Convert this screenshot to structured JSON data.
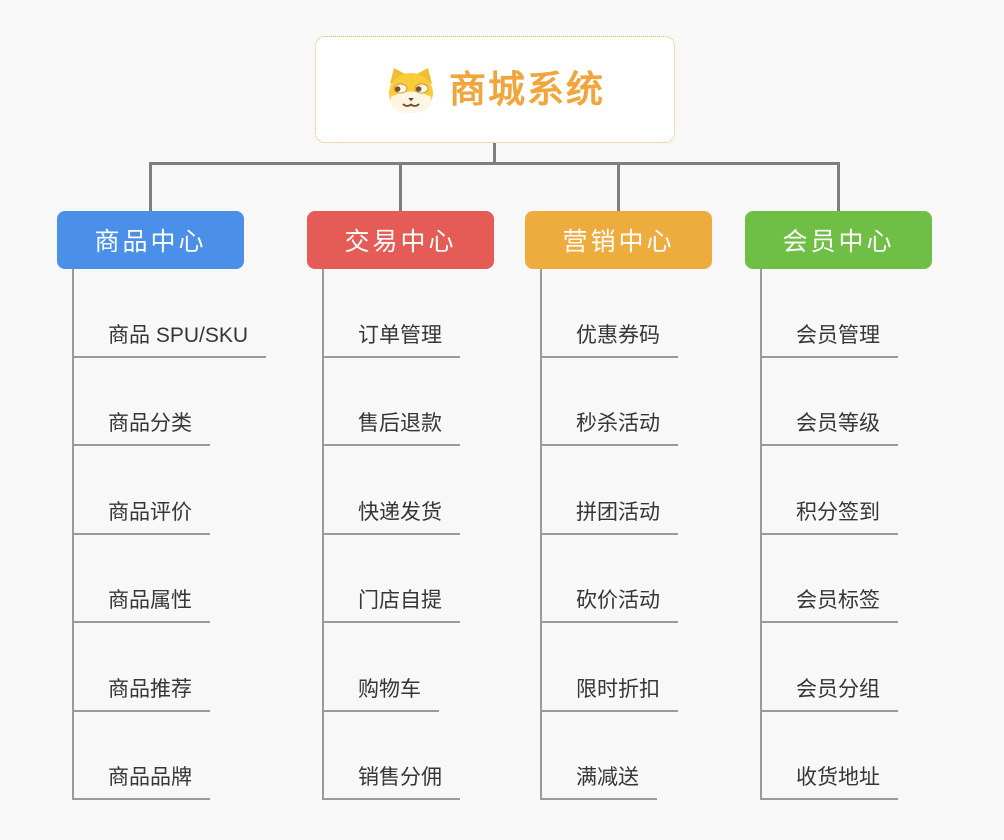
{
  "root": {
    "title": "商城系统",
    "icon": "dog-face-icon"
  },
  "branches": [
    {
      "label": "商品中心",
      "color": "#4A90E8",
      "children": [
        "商品 SPU/SKU",
        "商品分类",
        "商品评价",
        "商品属性",
        "商品推荐",
        "商品品牌"
      ]
    },
    {
      "label": "交易中心",
      "color": "#E55B55",
      "children": [
        "订单管理",
        "售后退款",
        "快递发货",
        "门店自提",
        "购物车",
        "销售分佣"
      ]
    },
    {
      "label": "营销中心",
      "color": "#EFAC3E",
      "children": [
        "优惠券码",
        "秒杀活动",
        "拼团活动",
        "砍价活动",
        "限时折扣",
        "满减送"
      ]
    },
    {
      "label": "会员中心",
      "color": "#6FBE45",
      "children": [
        "会员管理",
        "会员等级",
        "积分签到",
        "会员标签",
        "会员分组",
        "收货地址"
      ]
    }
  ],
  "colors": {
    "background": "#F8F8F8",
    "root_accent": "#F0A63C",
    "root_border": "#EFB04E",
    "connector": "#7E7E7E",
    "line": "#9A9A9A",
    "item_text": "#363636"
  }
}
